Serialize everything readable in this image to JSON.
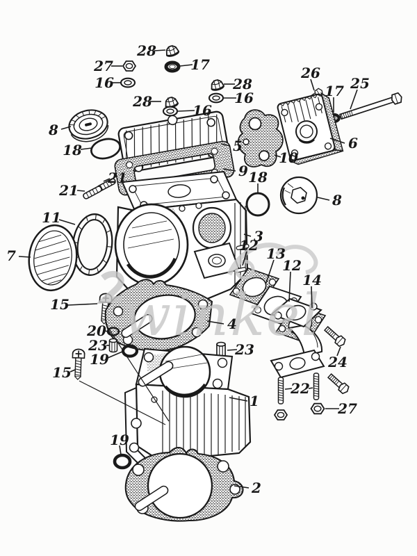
{
  "diagram": {
    "watermark_text": "winkel",
    "colors": {
      "ink": "#1a1a1a",
      "paper": "#fcfcfb",
      "watermark": "#c6c6c6"
    },
    "callouts": [
      {
        "label": "28"
      },
      {
        "label": "27"
      },
      {
        "label": "17"
      },
      {
        "label": "16"
      },
      {
        "label": "28"
      },
      {
        "label": "16"
      },
      {
        "label": "28"
      },
      {
        "label": "16"
      },
      {
        "label": "26"
      },
      {
        "label": "17"
      },
      {
        "label": "25"
      },
      {
        "label": "6"
      },
      {
        "label": "10"
      },
      {
        "label": "8"
      },
      {
        "label": "18"
      },
      {
        "label": "21"
      },
      {
        "label": "21"
      },
      {
        "label": "5"
      },
      {
        "label": "9"
      },
      {
        "label": "18"
      },
      {
        "label": "8"
      },
      {
        "label": "11"
      },
      {
        "label": "7"
      },
      {
        "label": "3"
      },
      {
        "label": "12"
      },
      {
        "label": "13"
      },
      {
        "label": "12"
      },
      {
        "label": "14"
      },
      {
        "label": "15"
      },
      {
        "label": "20"
      },
      {
        "label": "23"
      },
      {
        "label": "19"
      },
      {
        "label": "15"
      },
      {
        "label": "4"
      },
      {
        "label": "23"
      },
      {
        "label": "24"
      },
      {
        "label": "22"
      },
      {
        "label": "27"
      },
      {
        "label": "1"
      },
      {
        "label": "19"
      },
      {
        "label": "2"
      }
    ]
  }
}
